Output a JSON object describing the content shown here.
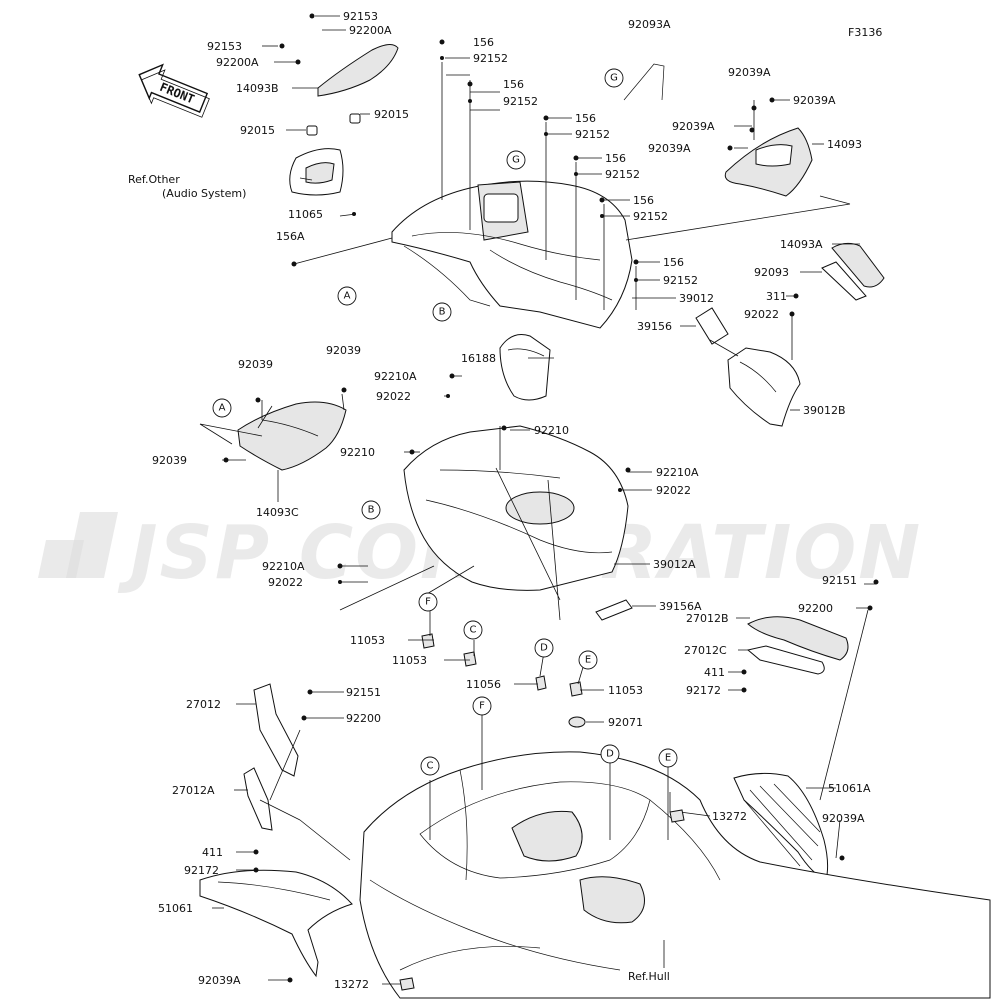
{
  "figure_code": "F3136",
  "front_label": "FRONT",
  "watermark": "JSP CORPORATION",
  "references": {
    "audio_line1": "Ref.Other",
    "audio_line2": "(Audio System)",
    "hull": "Ref.Hull"
  },
  "callouts": [
    "A",
    "B",
    "G",
    "A",
    "B",
    "F",
    "C",
    "D",
    "E",
    "G",
    "F",
    "C",
    "D",
    "E"
  ],
  "labels": [
    "92153",
    "92200A",
    "92153",
    "92200A",
    "14093B",
    "92015",
    "92015",
    "11065",
    "156A",
    "156",
    "92152",
    "156",
    "92152",
    "156",
    "92152",
    "156",
    "92152",
    "156",
    "92152",
    "156",
    "92152",
    "39012",
    "92093A",
    "92039A",
    "92039A",
    "92039A",
    "92039A",
    "14093",
    "14093A",
    "92093",
    "311",
    "92022",
    "39156",
    "39012B",
    "16188",
    "92210A",
    "92022",
    "92210",
    "92039",
    "92039",
    "92039",
    "14093C",
    "92210",
    "92210A",
    "92022",
    "39012A",
    "39156A",
    "92210A",
    "92022",
    "11053",
    "11053",
    "11056",
    "11053",
    "92151",
    "92200",
    "27012B",
    "27012C",
    "411",
    "92172",
    "27012",
    "92151",
    "92200",
    "92071",
    "27012A",
    "13272",
    "51061A",
    "92039A",
    "411",
    "92172",
    "51061",
    "92039A",
    "13272"
  ]
}
